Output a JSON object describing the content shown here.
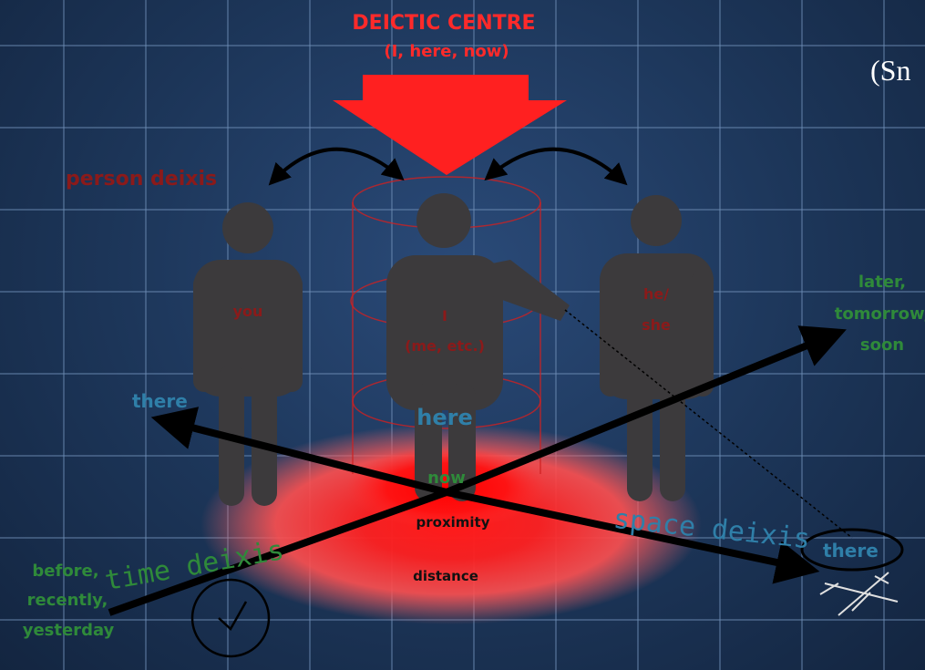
{
  "title_line1": "DEICTIC CENTRE",
  "title_line2": "(I, here, now)",
  "citation": "(Sn",
  "person_deixis_label": "person deixis",
  "figure_you": "you",
  "figure_i_line1": "I",
  "figure_i_line2": "(me, etc.)",
  "figure_he_line1": "he/",
  "figure_he_line2": "she",
  "here_label": "here",
  "now_label": "now",
  "proximity_label": "proximity",
  "distance_label": "distance",
  "there_left": "there",
  "there_right": "there",
  "space_deixis_label": "space deixis",
  "time_deixis_label": "time deixis",
  "past_line1": "before,",
  "past_line2": "recently,",
  "past_line3": "yesterday",
  "future_line1": "later,",
  "future_line2": "tomorrow,",
  "future_line3": "soon",
  "colors": {
    "background": "#1c3558",
    "accent_red": "#ff2a2a",
    "dark_red": "#8b1a1a",
    "figure_gray": "#3c3a3c",
    "teal_text": "#2f7fa8",
    "green_text": "#2f8a3a"
  },
  "icons": [
    "clock-icon",
    "airplane-icon"
  ]
}
